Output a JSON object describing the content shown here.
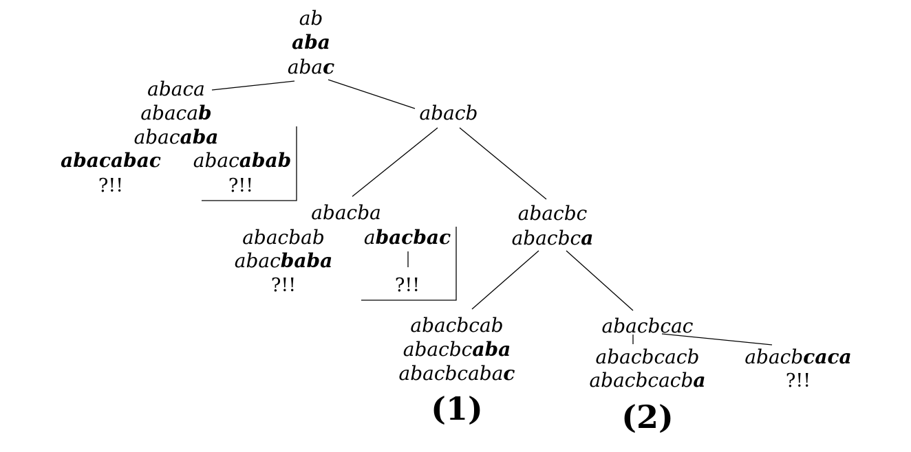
{
  "nodes": [
    {
      "id": "n01",
      "pre": "ab",
      "bold": ""
    },
    {
      "id": "n02",
      "pre": "",
      "bold": "aba"
    },
    {
      "id": "n03",
      "pre": "aba",
      "bold": "c"
    },
    {
      "id": "n04",
      "pre": "abaca",
      "bold": ""
    },
    {
      "id": "n05",
      "pre": "abaca",
      "bold": "b"
    },
    {
      "id": "n06",
      "pre": "abac",
      "bold": "aba"
    },
    {
      "id": "n07",
      "pre": "",
      "bold": "abacabac"
    },
    {
      "id": "n08",
      "pre": "abac",
      "bold": "abab"
    },
    {
      "id": "n09",
      "pre": "abacb",
      "bold": ""
    },
    {
      "id": "n10",
      "pre": "abacba",
      "bold": ""
    },
    {
      "id": "n11",
      "pre": "abacbab",
      "bold": ""
    },
    {
      "id": "n12",
      "pre": "abac",
      "bold": "baba"
    },
    {
      "id": "n13",
      "pre": "a",
      "bold": "bacbac"
    },
    {
      "id": "n14",
      "pre": "abacbc",
      "bold": ""
    },
    {
      "id": "n15",
      "pre": "abacbc",
      "bold": "a"
    },
    {
      "id": "n16",
      "pre": "abacbcab",
      "bold": ""
    },
    {
      "id": "n17",
      "pre": "abacbc",
      "bold": "aba"
    },
    {
      "id": "n18",
      "pre": "abacbcaba",
      "bold": "c"
    },
    {
      "id": "n19",
      "pre": "abacbcac",
      "bold": ""
    },
    {
      "id": "n20",
      "pre": "abacbcacb",
      "bold": ""
    },
    {
      "id": "n21",
      "pre": "abacbcacb",
      "bold": "a"
    },
    {
      "id": "n22",
      "pre": "abacb",
      "bold": "caca"
    }
  ],
  "dead_end_mark": "?!!",
  "case_labels": [
    "(1)",
    "(2)"
  ]
}
